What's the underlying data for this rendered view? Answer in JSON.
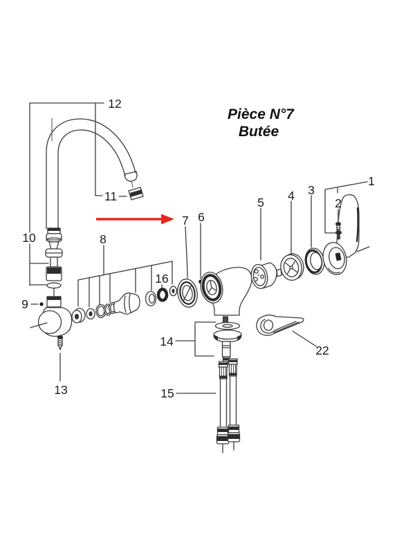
{
  "title": {
    "line1": "Pièce N°7",
    "line2": "Butée"
  },
  "labels": {
    "l1": "1",
    "l2": "2",
    "l3": "3",
    "l4": "4",
    "l5": "5",
    "l6": "6",
    "l7": "7",
    "l8": "8",
    "l9": "9",
    "l10": "10",
    "l11": "11",
    "l12": "12",
    "l13": "13",
    "l14": "14",
    "l15": "15",
    "l16": "16",
    "l22": "22"
  },
  "colors": {
    "line": "#3a3a3a",
    "dark_fill": "#2e2e2e",
    "arrow_red": "#e8251c",
    "text": "#1c1c1c",
    "background": "#ffffff"
  }
}
